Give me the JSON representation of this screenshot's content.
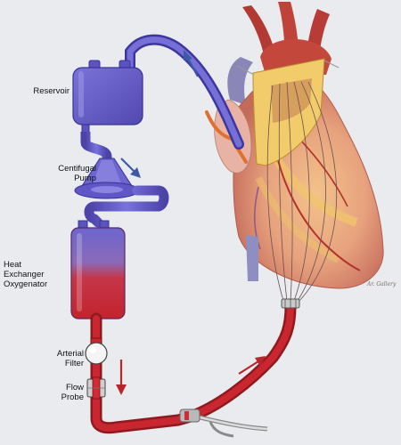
{
  "labels": {
    "reservoir": "Reservoir",
    "pump_line1": "Centifugal",
    "pump_line2": "Pump",
    "oxy_line1": "Heat",
    "oxy_line2": "Exchanger",
    "oxy_line3": "Oxygenator",
    "filter_line1": "Arterial",
    "filter_line2": "Filter",
    "probe_line1": "Flow",
    "probe_line2": "Probe"
  },
  "signature": "Ar. Gallery",
  "colors": {
    "background": "#e9ebee",
    "venous_blue": "#6a62c8",
    "arterial_red": "#c4252e",
    "flow_arrow": "#3d5aa6",
    "heart_muscle": "#e39a7e",
    "heart_fat": "#eec26a",
    "aorta": "#c43a33"
  },
  "icons": [
    "flow-arrow-icon",
    "flow-arrow-icon",
    "flow-arrow-icon",
    "flow-arrow-icon"
  ]
}
